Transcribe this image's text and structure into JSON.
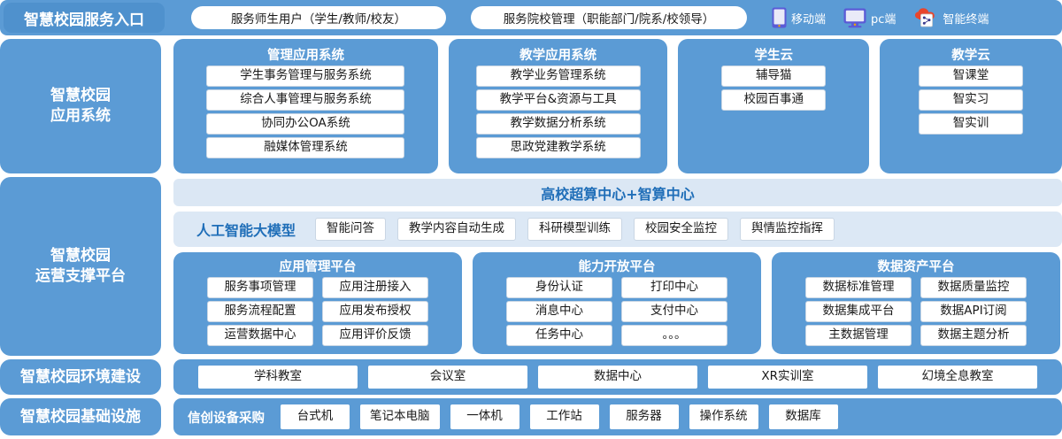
{
  "header": {
    "entry_tag": "智慧校园服务入口",
    "pills": [
      "服务师生用户（学生/教师/校友）",
      "服务院校管理（职能部门/院系/校领导）"
    ],
    "terminals": [
      {
        "icon": "mobile-phone-icon",
        "label": "移动端",
        "color": "#5b5bd6"
      },
      {
        "icon": "desktop-monitor-icon",
        "label": "pc端",
        "color": "#5b5bd6"
      },
      {
        "icon": "smart-terminal-cloud-icon",
        "label": "智能终端",
        "color": "#e8452c"
      }
    ]
  },
  "sidebar": {
    "items": [
      {
        "key": "app",
        "label": "智慧校园\n应用系统"
      },
      {
        "key": "ops",
        "label": "智慧校园\n运营支撑平台"
      },
      {
        "key": "env",
        "label": "智慧校园环境建设"
      },
      {
        "key": "infra",
        "label": "智慧校园基础设施"
      }
    ]
  },
  "application_systems": [
    {
      "title": "管理应用系统",
      "items": [
        "学生事务管理与服务系统",
        "综合人事管理与服务系统",
        "协同办公OA系统",
        "融媒体管理系统"
      ]
    },
    {
      "title": "教学应用系统",
      "items": [
        "教学业务管理系统",
        "教学平台&资源与工具",
        "教学数据分析系统",
        "思政党建教学系统"
      ]
    },
    {
      "title": "学生云",
      "items": [
        "辅导猫",
        "校园百事通"
      ]
    },
    {
      "title": "教学云",
      "items": [
        "智课堂",
        "智实习",
        "智实训"
      ]
    }
  ],
  "hpc_banner": {
    "label": "高校超算中心+智算中心"
  },
  "ai_model": {
    "title": "人工智能大模型",
    "items": [
      "智能问答",
      "教学内容自动生成",
      "科研模型训练",
      "校园安全监控",
      "舆情监控指挥"
    ]
  },
  "platforms": [
    {
      "title": "应用管理平台",
      "col_left": [
        "服务事项管理",
        "服务流程配置",
        "运营数据中心"
      ],
      "col_right": [
        "应用注册接入",
        "应用发布授权",
        "应用评价反馈"
      ]
    },
    {
      "title": "能力开放平台",
      "col_left": [
        "身份认证",
        "消息中心",
        "任务中心"
      ],
      "col_right": [
        "打印中心",
        "支付中心",
        "。。。"
      ]
    },
    {
      "title": "数据资产平台",
      "col_left": [
        "数据标准管理",
        "数据集成平台",
        "主数据管理"
      ],
      "col_right": [
        "数据质量监控",
        "数据API订阅",
        "数据主题分析"
      ]
    }
  ],
  "environment": {
    "items": [
      "学科教室",
      "会议室",
      "数据中心",
      "XR实训室",
      "幻境全息教室"
    ]
  },
  "infrastructure": {
    "label": "信创设备采购",
    "items": [
      "台式机",
      "笔记本电脑",
      "一体机",
      "工作站",
      "服务器",
      "操作系统",
      "数据库"
    ]
  },
  "colors": {
    "primary_blue": "#5b9bd5",
    "light_blue_band": "#dce8f5",
    "band_text": "#1f6eb8",
    "card_white": "#ffffff"
  }
}
